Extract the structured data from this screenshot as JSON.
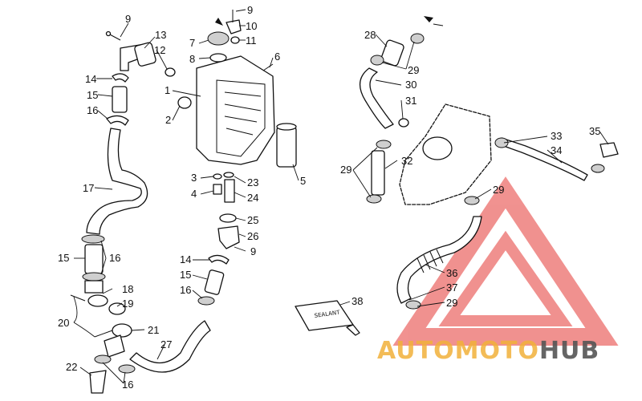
{
  "callouts": [
    {
      "id": "c1",
      "label": "1"
    },
    {
      "id": "c2",
      "label": "2"
    },
    {
      "id": "c3",
      "label": "3"
    },
    {
      "id": "c4",
      "label": "4"
    },
    {
      "id": "c5",
      "label": "5"
    },
    {
      "id": "c6",
      "label": "6"
    },
    {
      "id": "c7",
      "label": "7"
    },
    {
      "id": "c8",
      "label": "8"
    },
    {
      "id": "c9a",
      "label": "9"
    },
    {
      "id": "c9b",
      "label": "9"
    },
    {
      "id": "c9c",
      "label": "9"
    },
    {
      "id": "c10",
      "label": "10"
    },
    {
      "id": "c11",
      "label": "11"
    },
    {
      "id": "c12",
      "label": "12"
    },
    {
      "id": "c13",
      "label": "13"
    },
    {
      "id": "c14a",
      "label": "14"
    },
    {
      "id": "c14b",
      "label": "14"
    },
    {
      "id": "c15a",
      "label": "15"
    },
    {
      "id": "c15b",
      "label": "15"
    },
    {
      "id": "c15c",
      "label": "15"
    },
    {
      "id": "c16a",
      "label": "16"
    },
    {
      "id": "c16b",
      "label": "16"
    },
    {
      "id": "c16c",
      "label": "16"
    },
    {
      "id": "c16d",
      "label": "16"
    },
    {
      "id": "c17",
      "label": "17"
    },
    {
      "id": "c18",
      "label": "18"
    },
    {
      "id": "c19",
      "label": "19"
    },
    {
      "id": "c20",
      "label": "20"
    },
    {
      "id": "c21",
      "label": "21"
    },
    {
      "id": "c22",
      "label": "22"
    },
    {
      "id": "c23",
      "label": "23"
    },
    {
      "id": "c24",
      "label": "24"
    },
    {
      "id": "c25",
      "label": "25"
    },
    {
      "id": "c26",
      "label": "26"
    },
    {
      "id": "c27",
      "label": "27"
    },
    {
      "id": "c28",
      "label": "28"
    },
    {
      "id": "c29a",
      "label": "29"
    },
    {
      "id": "c29b",
      "label": "29"
    },
    {
      "id": "c29c",
      "label": "29"
    },
    {
      "id": "c29d",
      "label": "29"
    },
    {
      "id": "c30",
      "label": "30"
    },
    {
      "id": "c31",
      "label": "31"
    },
    {
      "id": "c32",
      "label": "32"
    },
    {
      "id": "c33",
      "label": "33"
    },
    {
      "id": "c34",
      "label": "34"
    },
    {
      "id": "c35",
      "label": "35"
    },
    {
      "id": "c36",
      "label": "36"
    },
    {
      "id": "c37",
      "label": "37"
    },
    {
      "id": "c38",
      "label": "38"
    }
  ],
  "tube_label": "SEALANT",
  "watermark": {
    "part1": "AUTO",
    "part2": "MOTO",
    "part3": "HUB",
    "accent": "#e53935",
    "gold": "#f2b13a",
    "gray": "#555555"
  }
}
